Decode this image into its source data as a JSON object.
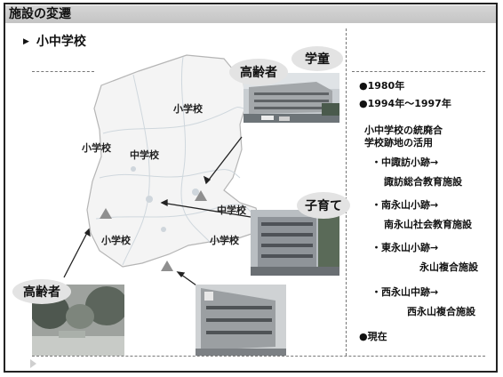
{
  "header": {
    "title": "施設の変遷"
  },
  "subtitle": "小中学校",
  "map": {
    "labels": [
      "小学校",
      "小学校",
      "中学校",
      "中学校",
      "小学校",
      "小学校"
    ]
  },
  "bubbles": {
    "elderly_top": "高齢者",
    "childcare": "学童",
    "kosodate": "子育て",
    "elderly_bottom": "高齢者"
  },
  "timeline": {
    "y1980": "●1980年",
    "y1994": "●1994年～1997年",
    "heading_line1": "小中学校の統廃合",
    "heading_line2": "学校跡地の活用",
    "item1": "・中諏訪小跡→",
    "item1_result": "諏訪総合教育施設",
    "item2": "・南永山小跡→",
    "item2_result": "南永山社会教育施設",
    "item3": "・東永山小跡→",
    "item3_result": "永山複合施設",
    "item4": "・西永山中跡→",
    "item4_result": "西永山複合施設",
    "current": "●現在"
  }
}
